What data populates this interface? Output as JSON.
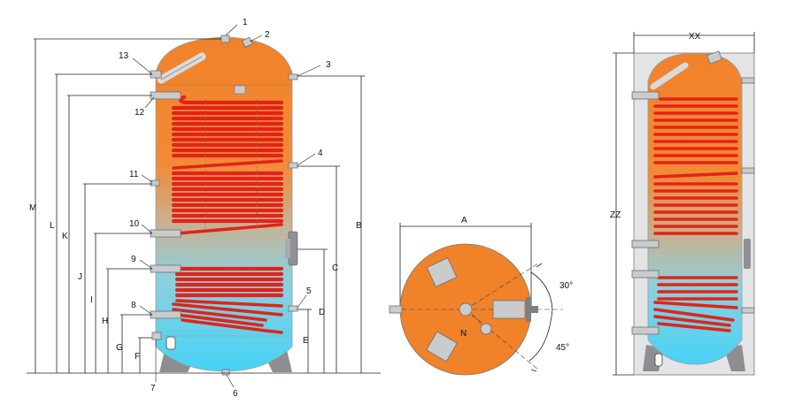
{
  "colors": {
    "hot": "#f0822a",
    "cold": "#4fd3f4",
    "coil": "#e2231a",
    "steel": "#b3b5b8",
    "casing": "#e3e4e5"
  },
  "side_view": {
    "port_numbers": [
      "1",
      "2",
      "3",
      "4",
      "5",
      "6",
      "7",
      "8",
      "9",
      "10",
      "11",
      "12",
      "13"
    ],
    "left_dimensions": [
      "M",
      "L",
      "K",
      "J",
      "I",
      "H",
      "G",
      "F"
    ],
    "right_dimensions": [
      "B",
      "C",
      "D",
      "E"
    ]
  },
  "top_view": {
    "width_label": "A",
    "offset_label": "N",
    "angle_upper": "30°",
    "angle_lower": "45°"
  },
  "insulated_view": {
    "width_label": "XX",
    "height_label": "ZZ"
  }
}
